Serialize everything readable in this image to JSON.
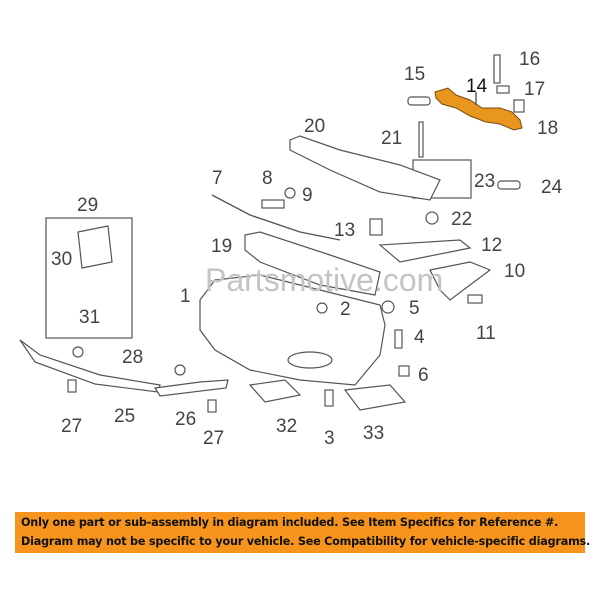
{
  "diagram": {
    "watermark": "Partsmotive.com",
    "highlight_color": "#e8961e",
    "callouts": [
      "1",
      "2",
      "3",
      "4",
      "5",
      "6",
      "7",
      "8",
      "9",
      "10",
      "11",
      "12",
      "13",
      "14",
      "15",
      "16",
      "17",
      "18",
      "19",
      "20",
      "21",
      "22",
      "23",
      "24",
      "25",
      "26",
      "27",
      "27",
      "28",
      "29",
      "30",
      "31",
      "32",
      "33"
    ],
    "highlighted_callout": "14"
  },
  "banner": {
    "color": "#f7941d",
    "line1": "Only one part or sub-assembly in diagram included. See Item Specifics for Reference #.",
    "line2": "Diagram may not be specific to your vehicle. See Compatibility for vehicle-specific diagrams."
  }
}
